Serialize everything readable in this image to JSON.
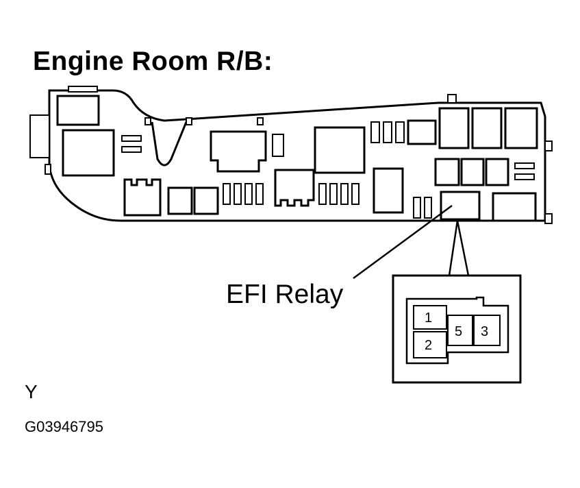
{
  "title": "Engine Room R/B:",
  "callout_label": "EFI Relay",
  "relay_pins": [
    "1",
    "2",
    "5",
    "3"
  ],
  "view_letter": "Y",
  "figure_code": "G03946795"
}
